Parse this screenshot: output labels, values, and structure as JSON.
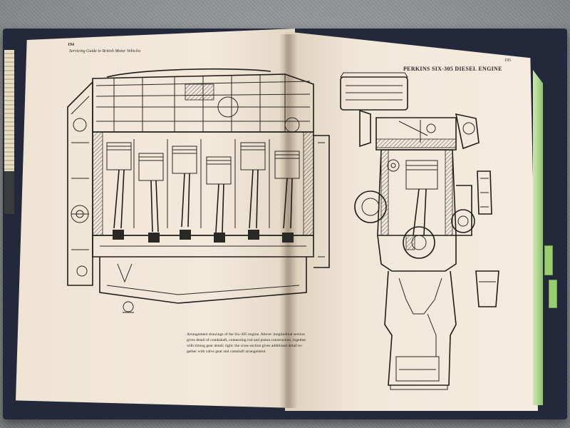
{
  "left_page": {
    "page_number": "194",
    "running_head": "Servicing Guide to British Motor Vehicles",
    "caption_lines": [
      "Arrangement drawings of the Six-305 engine. Above: longitudinal section",
      "gives detail of crankshaft, connecting rod and piston construction, together",
      "with timing gear detail; right: the cross section gives additional detail to-",
      "gether with valve gear and camshaft arrangement."
    ]
  },
  "right_page": {
    "page_number": "195",
    "running_head": "PERKINS SIX-305 DIESEL ENGINE"
  },
  "colors": {
    "paper": "#f3e9db",
    "ink": "#2a2825",
    "cover": "#23283a",
    "page_edge_tabs": "#9acd6e",
    "background_fabric": "#8e9093"
  }
}
